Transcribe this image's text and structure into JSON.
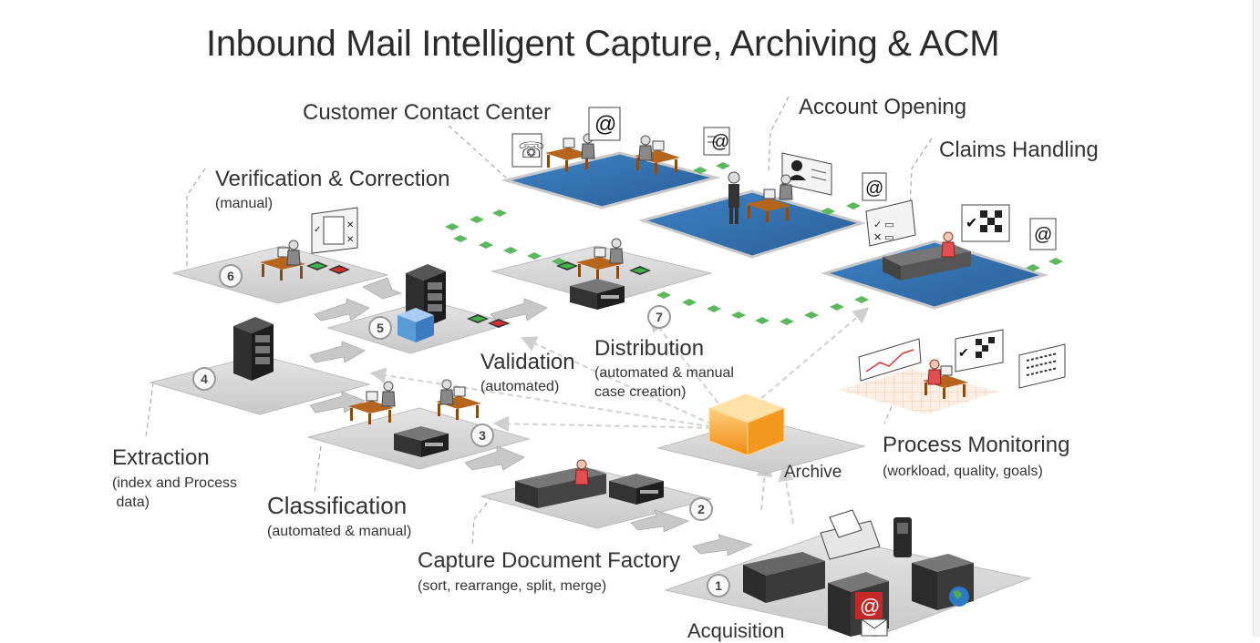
{
  "title": "Inbound Mail Intelligent Capture, Archiving & ACM",
  "labels": {
    "customer_contact_center": "Customer Contact Center",
    "account_opening": "Account Opening",
    "claims_handling": "Claims Handling",
    "verification": "Verification & Correction",
    "verification_sub": "(manual)",
    "validation": "Validation",
    "validation_sub": "(automated)",
    "distribution": "Distribution",
    "distribution_sub": "(automated & manual\ncase creation)",
    "extraction": "Extraction",
    "extraction_sub": "(index and Process\n data)",
    "classification": "Classification",
    "classification_sub": "(automated & manual)",
    "archive": "Archive",
    "process_monitoring": "Process Monitoring",
    "process_monitoring_sub": "(workload, quality, goals)",
    "capture": "Capture Document Factory",
    "capture_sub": "(sort, rearrange, split, merge)",
    "acquisition": "Acquisition"
  },
  "steps": [
    "1",
    "2",
    "3",
    "4",
    "5",
    "6",
    "7"
  ],
  "icon_glyphs": {
    "at": "@",
    "phone": "☏"
  },
  "colors": {
    "floor_blue": "#2f6fa8",
    "floor_grey": "#d9d9d9",
    "arrow_green": "#5cb85c",
    "archive_orange": "#f5a623",
    "cube_blue": "#5b9bd5"
  }
}
